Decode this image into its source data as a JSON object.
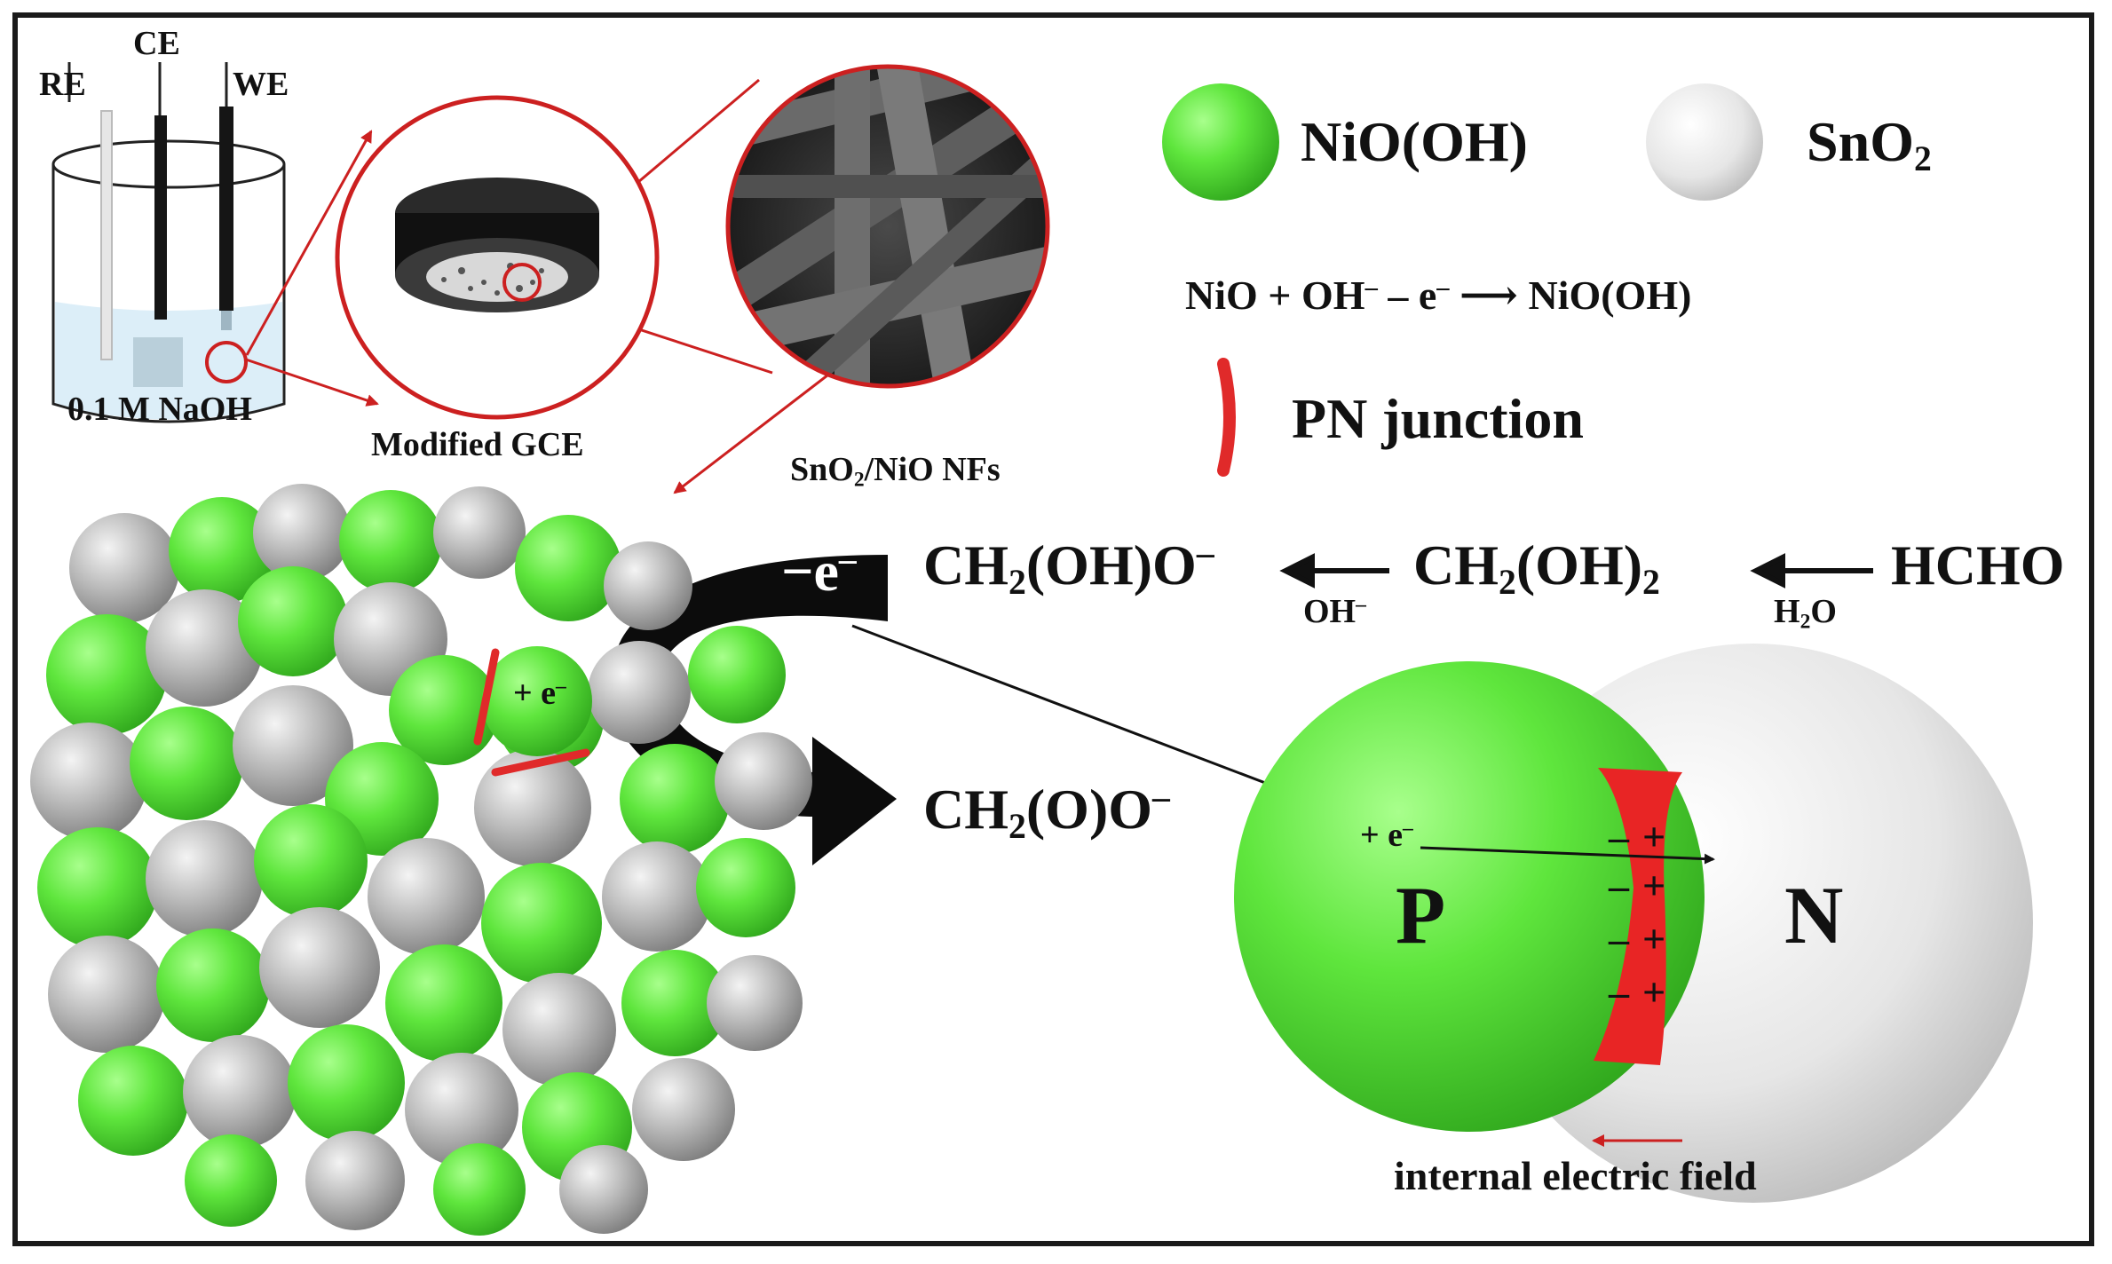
{
  "cell": {
    "re_label": "RE",
    "ce_label": "CE",
    "we_label": "WE",
    "electrolyte_label": "0.1 M NaOH"
  },
  "gce": {
    "label": "Modified GCE"
  },
  "sem": {
    "label_pre": "SnO",
    "label_sub": "2",
    "label_post": "/NiO NFs"
  },
  "legend": {
    "nioh_label": "NiO(OH)",
    "nioh_color": "#52e03a",
    "sno2_pre": "SnO",
    "sno2_sub": "2",
    "sno2_color": "#dcdcdc",
    "equation_parts": [
      "NiO + OH",
      "–",
      " – e",
      "–",
      " ⟶ NiO(OH)"
    ],
    "pn_label": "PN junction",
    "pn_color": "#e02a2a"
  },
  "reaction": {
    "minus_e": "−e",
    "minus_e_sup": "–",
    "prod1_pre": "CH",
    "prod1_sub": "2",
    "prod1_post": "(OH)O",
    "prod1_sup": "–",
    "step1_cond_pre": "OH",
    "step1_cond_sup": "–",
    "mid_pre": "CH",
    "mid_sub": "2",
    "mid_post": "(OH)",
    "mid_sub2": "2",
    "step2_cond_pre": "H",
    "step2_cond_sub": "2",
    "step2_cond_post": "O",
    "reactant": "HCHO",
    "final_pre": "CH",
    "final_sub": "2",
    "final_post": "(O)O",
    "final_sup": "–"
  },
  "cluster": {
    "hole_label": "+ e",
    "hole_sup": "–"
  },
  "junction": {
    "hole_label": "+ e",
    "hole_sup": "–",
    "p_label": "P",
    "n_label": "N",
    "minus": "–",
    "plus": "+",
    "field_label": "internal electric field"
  }
}
